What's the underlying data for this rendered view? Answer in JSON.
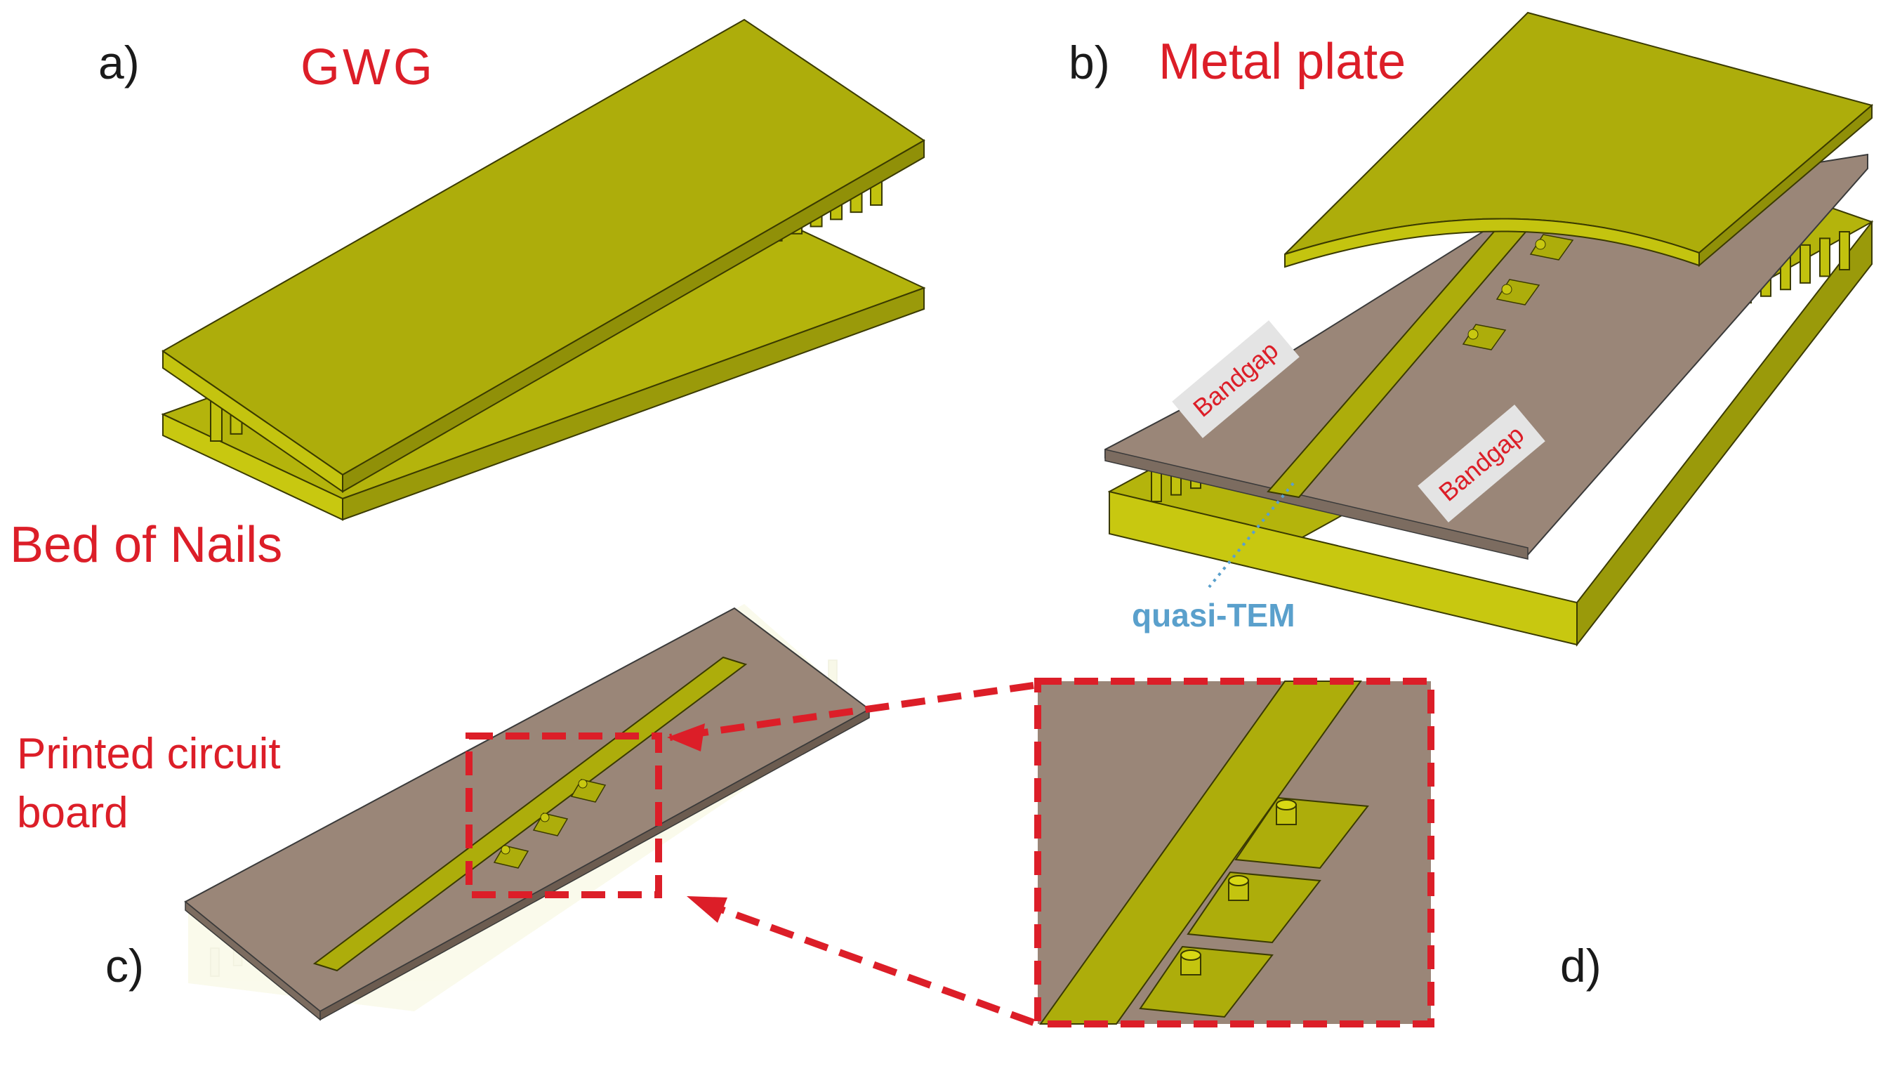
{
  "colors": {
    "metal_top": "#adad0b",
    "metal_side": "#c4c40f",
    "metal_dark": "#888808",
    "substrate": "#9a8678",
    "substrate_edge": "#7c6c60",
    "accent_red": "#dc1e28",
    "tem_blue": "#5aa0cc",
    "bandgap_box": "#e4e4e4"
  },
  "icons": {
    "zoom_box": "dashed-rectangle",
    "zoom_arrows": "dashed-arrow"
  },
  "panels": {
    "a": {
      "letter": "a)",
      "title": "GWG",
      "side_label": "Bed of Nails"
    },
    "b": {
      "letter": "b)",
      "title": "Metal plate",
      "bandgap_left": "Bandgap",
      "bandgap_right": "Bandgap",
      "mode_label": "quasi-TEM"
    },
    "c": {
      "letter": "c)",
      "label_line1": "Printed circuit",
      "label_line2": "board"
    },
    "d": {
      "letter": "d)"
    }
  }
}
